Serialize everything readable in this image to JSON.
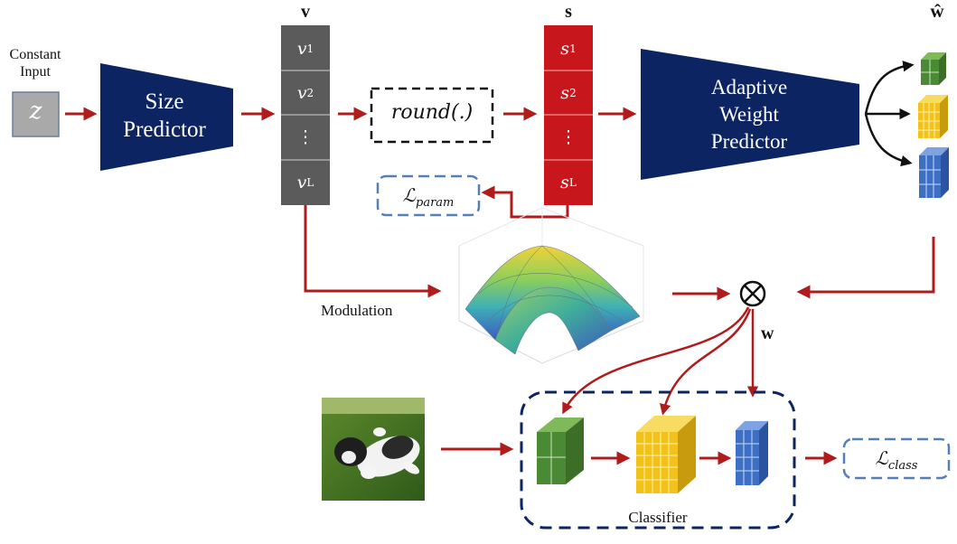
{
  "input": {
    "caption_line1": "Constant",
    "caption_line2": "Input",
    "symbol": "z"
  },
  "size_predictor": {
    "line1": "Size",
    "line2": "Predictor"
  },
  "vector_v": {
    "label": "v",
    "cells": [
      {
        "base": "v",
        "sub": "1"
      },
      {
        "base": "v",
        "sub": "2"
      },
      {
        "base": "⋮",
        "sub": ""
      },
      {
        "base": "v",
        "sub": "L"
      }
    ]
  },
  "round_box": {
    "text": "round(.)"
  },
  "vector_s": {
    "label": "s",
    "cells": [
      {
        "base": "s",
        "sub": "1"
      },
      {
        "base": "s",
        "sub": "2"
      },
      {
        "base": "⋮",
        "sub": ""
      },
      {
        "base": "s",
        "sub": "L"
      }
    ]
  },
  "weight_predictor": {
    "line1": "Adaptive",
    "line2": "Weight",
    "line3": "Predictor"
  },
  "w_hat": {
    "label": "ŵ"
  },
  "loss_param": {
    "base": "ℒ",
    "sub": "param"
  },
  "modulation": {
    "label": "Modulation"
  },
  "multiply": {
    "symbol": "⊗"
  },
  "w_label": {
    "label": "w"
  },
  "classifier": {
    "label": "Classifier"
  },
  "loss_class": {
    "base": "ℒ",
    "sub": "class"
  },
  "colors": {
    "arrow": "#b01c1c",
    "navy": "#0c2461",
    "gray_cell": "#5b5b5b",
    "red_cell": "#c8161d",
    "green": "#4a8a34",
    "yellow": "#f2c21a",
    "blue": "#3d6fc4",
    "dashed_blue": "#5580b5"
  }
}
